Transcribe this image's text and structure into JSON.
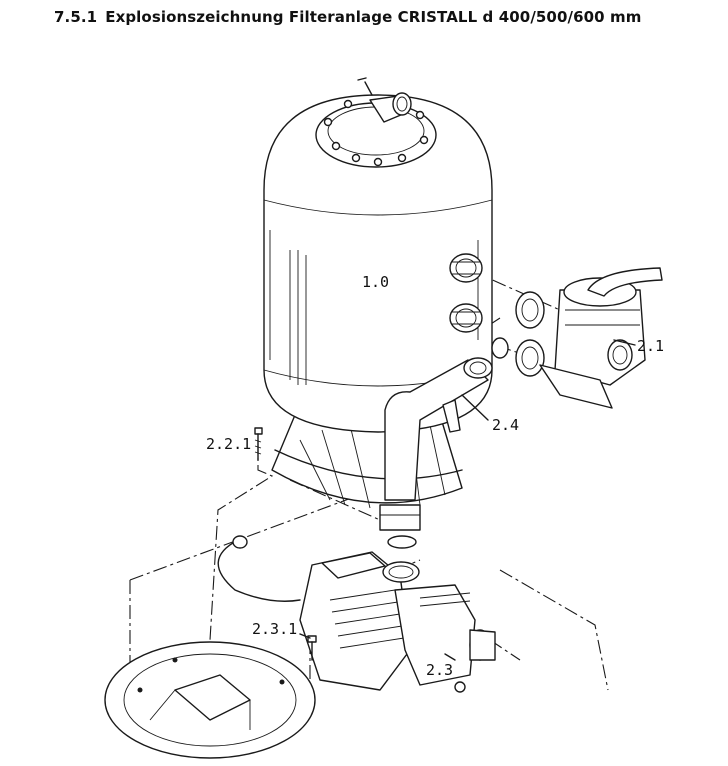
{
  "title": {
    "section": "7.5.1",
    "text": "Explosionszeichnung Filteranlage CRISTALL d 400/500/600 mm"
  },
  "labels": {
    "tank": "1.0",
    "valve": "2.1",
    "screw_filter": "2.2.1",
    "pipe": "2.4",
    "screw_pump": "2.3.1",
    "pump": "2.3"
  }
}
